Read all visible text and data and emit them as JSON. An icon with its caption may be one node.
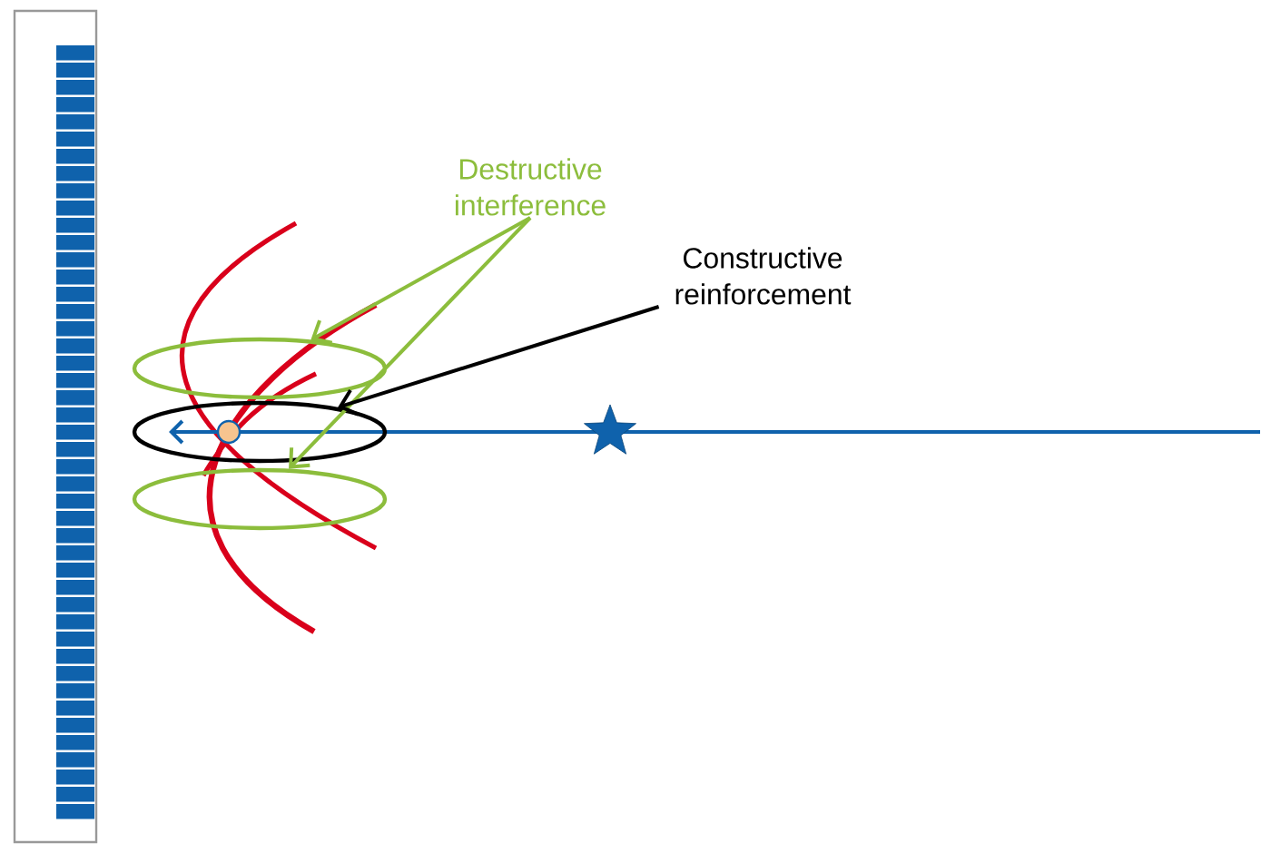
{
  "diagram": {
    "nodes": [
      {
        "text": [
          "Destructive interference"
        ]
      },
      {
        "text": [
          "Constructive reinforcement"
        ]
      },
      {
        "text": [],
        "shape": "ellipse"
      },
      {
        "text": [],
        "shape": "ellipse"
      },
      {
        "text": [],
        "shape": "ellipse"
      }
    ],
    "edges": [
      {
        "from": 0,
        "to": 2,
        "arrow": "to"
      },
      {
        "from": 0,
        "to": 4,
        "arrow": "to"
      },
      {
        "from": 1,
        "to": 3,
        "arrow": "to",
        "color": "#000000"
      }
    ]
  }
}
